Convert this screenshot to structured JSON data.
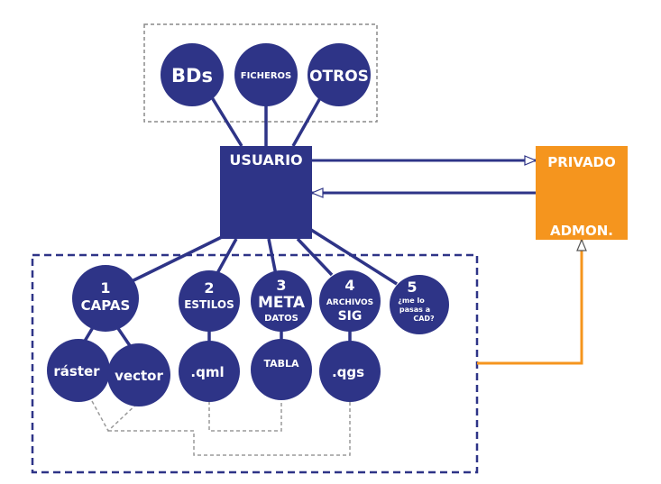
{
  "colors": {
    "node": "#2e3487",
    "private": "#f5951e",
    "grey_dash": "#9a9a9a"
  },
  "top_group": {
    "bds": "BDs",
    "ficheros": "FICHEROS",
    "otros": "OTROS"
  },
  "usuario": "USUARIO",
  "privado": {
    "line1": "PRIVADO",
    "line2": "ADMON."
  },
  "bottom_group": {
    "capas": {
      "number": "1",
      "label": "CAPAS"
    },
    "estilos": {
      "number": "2",
      "label": "ESTILOS"
    },
    "meta": {
      "number": "3",
      "label1": "META",
      "label2": "DATOS"
    },
    "archivos": {
      "number": "4",
      "label1": "ARCHIVOS",
      "label2": "SIG"
    },
    "cad": {
      "number": "5",
      "line1": "¿me lo",
      "line2": "pasas a",
      "line3": "CAD?"
    },
    "raster": "ráster",
    "vector": "vector",
    "qml": ".qml",
    "tabla": "TABLA",
    "qgs": ".qgs"
  }
}
